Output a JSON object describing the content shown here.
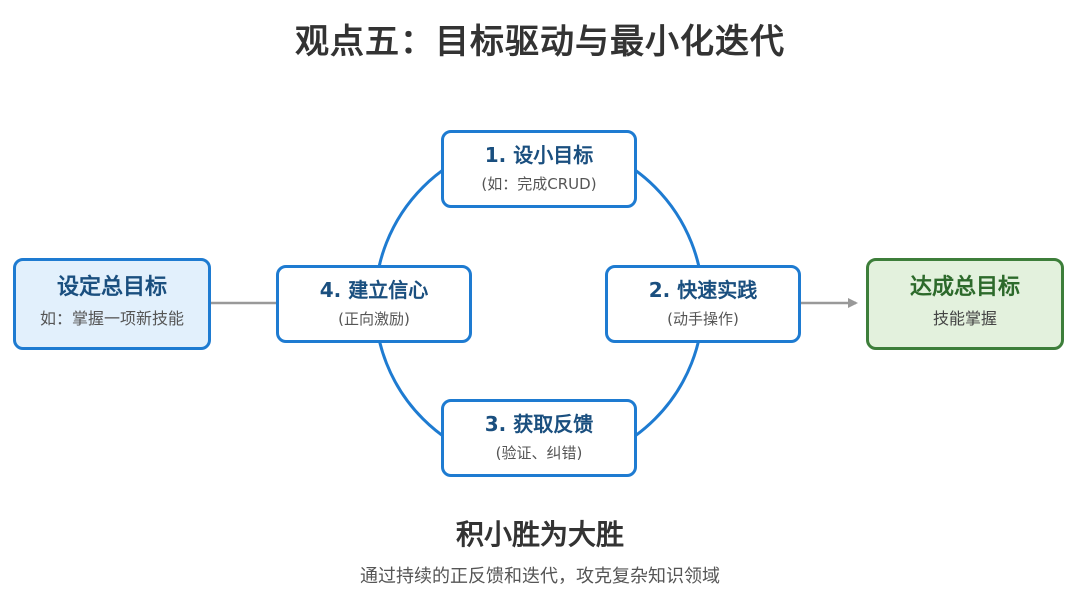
{
  "title": "观点五：目标驱动与最小化迭代",
  "start": {
    "label": "设定总目标",
    "sub": "如：掌握一项新技能"
  },
  "goal": {
    "label": "达成总目标",
    "sub": "技能掌握"
  },
  "steps": [
    {
      "label": "1. 设小目标",
      "sub": "(如：完成CRUD)"
    },
    {
      "label": "2. 快速实践",
      "sub": "(动手操作)"
    },
    {
      "label": "3. 获取反馈",
      "sub": "(验证、纠错)"
    },
    {
      "label": "4. 建立信心",
      "sub": "(正向激励)"
    }
  ],
  "footer": {
    "title": "积小胜为大胜",
    "subtitle": "通过持续的正反馈和迭代，攻克复杂知识领域"
  },
  "colors": {
    "cycle": "#1e7bd1",
    "start_fill": "#e2f0fc",
    "goal_fill": "#e3f1dd",
    "goal_border": "#3d7e3a",
    "connector": "#999999"
  }
}
